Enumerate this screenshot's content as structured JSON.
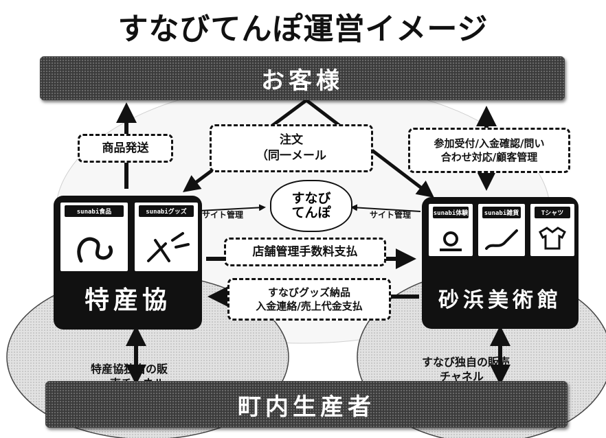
{
  "title": "すなびてんぽ運営イメージ",
  "customer": "お客様",
  "producers": "町内生産者",
  "order_box": {
    "line1": "注文",
    "line2": "（同一メール"
  },
  "left_box": "商品発送",
  "right_box": {
    "line1": "参加受付/入金確認/問い",
    "line2": "合わせ対応/顧客管理"
  },
  "shop_logo": {
    "line1": "すなび",
    "line2": "てんぽ"
  },
  "site_mgmt_left": "サイト管理",
  "site_mgmt_right": "サイト管理",
  "fee_box": "店舗管理手数料支払",
  "goods_box": {
    "line1": "すなびグッズ納品",
    "line2": "入金連絡/売上代金支払"
  },
  "org_left": {
    "name": "特産協",
    "shops": [
      {
        "tag": "sunabi食品"
      },
      {
        "tag": "sunabiグッズ"
      }
    ]
  },
  "org_right": {
    "name": "砂浜美術館",
    "shops": [
      {
        "tag": "sunabi体験"
      },
      {
        "tag": "sunabi雑貨"
      },
      {
        "tag": "Tシャツ"
      }
    ]
  },
  "channel_left": {
    "line1": "特産協独自の販",
    "line2": "売チャネル"
  },
  "channel_right": {
    "line1": "すなび独自の販売",
    "line2": "チャネル"
  }
}
